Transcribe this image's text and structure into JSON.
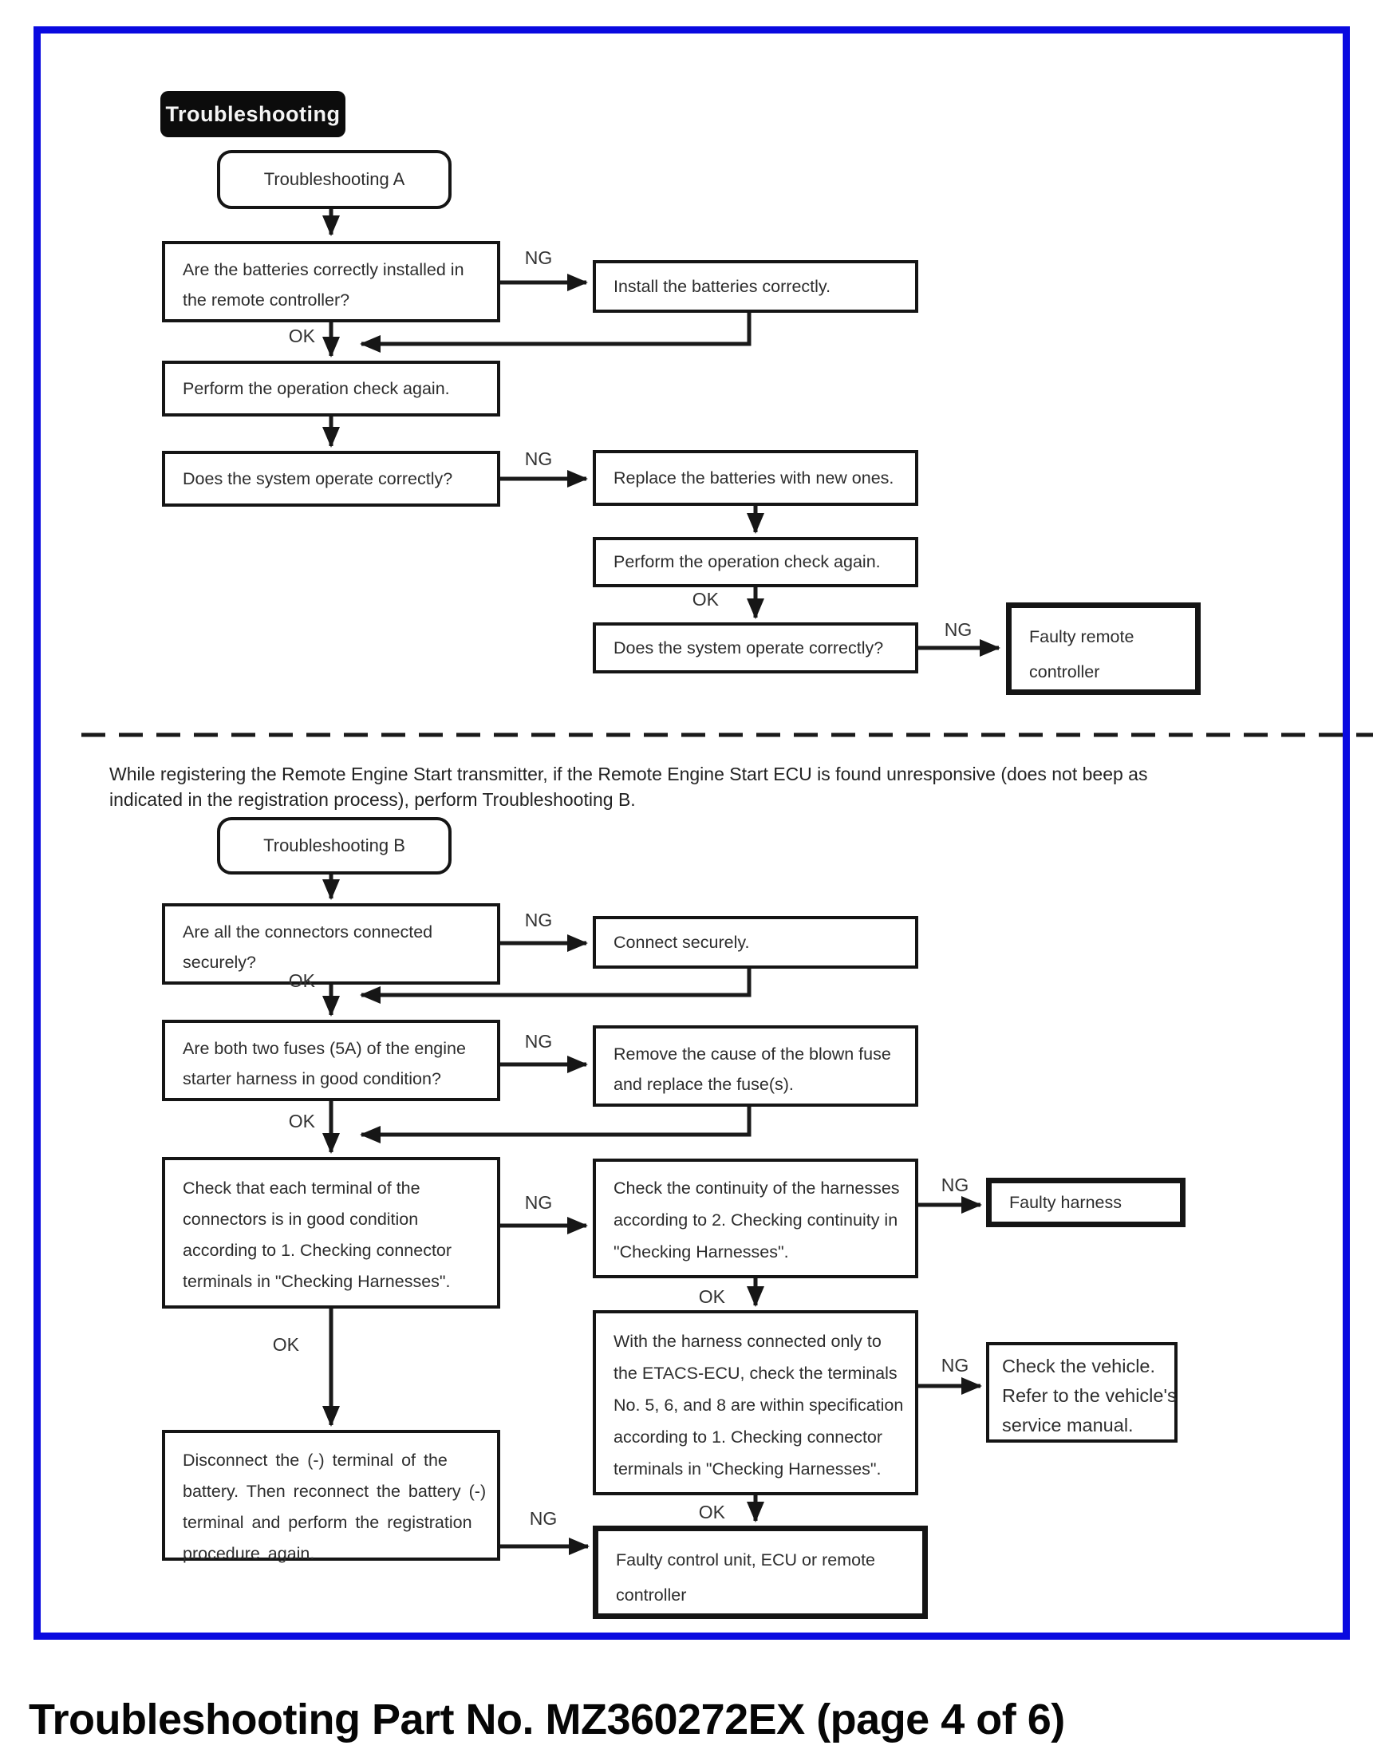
{
  "labels": {
    "ok": "OK",
    "ng": "NG"
  },
  "header": {
    "title": "Troubleshooting"
  },
  "flow_a": {
    "start": "Troubleshooting A",
    "q_batteries": {
      "lines": [
        "Are the batteries correctly installed in",
        "the remote controller?"
      ]
    },
    "install": "Install the batteries correctly.",
    "check_again_1": "Perform the operation check again.",
    "operate_1": "Does the system operate correctly?",
    "replace": "Replace the batteries with new ones.",
    "check_again_2": "Perform the operation check again.",
    "operate_2": "Does the system operate correctly?",
    "faulty_remote": {
      "lines": [
        "Faulty remote",
        "controller"
      ]
    }
  },
  "note": {
    "lines": [
      "While registering the Remote Engine Start transmitter, if the Remote Engine Start ECU is found unresponsive (does not beep as",
      "indicated in the registration process), perform Troubleshooting B."
    ]
  },
  "flow_b": {
    "start": "Troubleshooting B",
    "q_connectors": {
      "lines": [
        "Are all the connectors connected",
        "securely?"
      ]
    },
    "connect": "Connect securely.",
    "q_fuses": {
      "lines": [
        "Are both two fuses (5A) of the engine",
        "starter harness in good condition?"
      ]
    },
    "fuse_fix": {
      "lines": [
        "Remove the cause of the blown fuse",
        "and replace the fuse(s)."
      ]
    },
    "q_terminals": {
      "lines": [
        "Check that each terminal of the",
        "connectors is in good condition",
        "according to 1. Checking connector",
        "terminals in \"Checking Harnesses\"."
      ]
    },
    "continuity": {
      "lines": [
        "Check the continuity of the harnesses",
        "according to 2. Checking continuity in",
        "\"Checking Harnesses\"."
      ]
    },
    "faulty_harness": "Faulty harness",
    "etacs": {
      "lines": [
        "With the harness connected only to",
        "the ETACS-ECU, check the terminals",
        "No. 5, 6, and 8 are within specification",
        "according to 1. Checking connector",
        "terminals in \"Checking Harnesses\"."
      ]
    },
    "check_vehicle": {
      "lines": [
        "Check the vehicle.",
        "Refer to the vehicle's",
        "service manual."
      ]
    },
    "battery_reset": {
      "lines": [
        "Disconnect the (-) terminal of the",
        "battery. Then reconnect the battery (-)",
        "terminal and perform the registration",
        "procedure again."
      ]
    },
    "faulty_unit": {
      "lines": [
        "Faulty control unit, ECU or remote",
        "controller"
      ]
    }
  },
  "caption": "Troubleshooting Part No. MZ360272EX (page 4 of 6)",
  "colors": {
    "frame_border": "#0a0ae0",
    "line": "#1a1a1a",
    "header_bg": "#0c0c0c",
    "text": "#2d2d2d"
  }
}
